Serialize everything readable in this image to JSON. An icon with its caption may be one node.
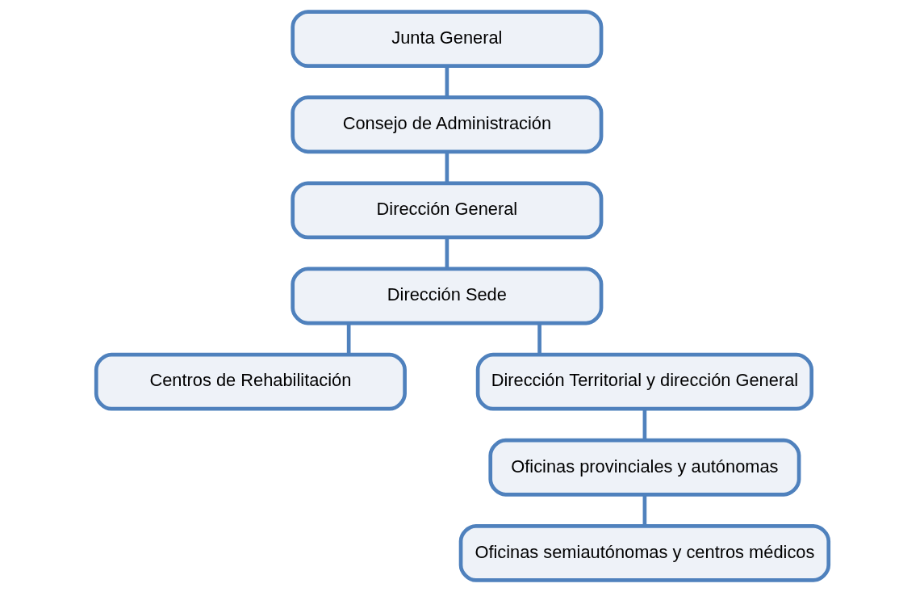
{
  "diagram": {
    "nodes": [
      {
        "text": [
          "Junta General"
        ]
      },
      {
        "text": [
          "Consejo de Administración"
        ]
      },
      {
        "text": [
          "Dirección General"
        ]
      },
      {
        "text": [
          "Dirección Sede"
        ]
      },
      {
        "text": [
          "Centros de Rehabilitación"
        ]
      },
      {
        "text": [
          "Dirección Territorial y dirección General"
        ]
      },
      {
        "text": [
          "Oficinas provinciales y autónomas"
        ]
      },
      {
        "text": [
          "Oficinas semiautónomas y centros médicos"
        ]
      }
    ],
    "edges": [
      {
        "from": 0,
        "to": 1,
        "arrow": "none"
      },
      {
        "from": 1,
        "to": 2,
        "arrow": "none"
      },
      {
        "from": 2,
        "to": 3,
        "arrow": "none"
      },
      {
        "from": 3,
        "to": 4,
        "arrow": "none"
      },
      {
        "from": 3,
        "to": 5,
        "arrow": "none"
      },
      {
        "from": 5,
        "to": 6,
        "arrow": "none"
      },
      {
        "from": 6,
        "to": 7,
        "arrow": "none"
      }
    ]
  }
}
